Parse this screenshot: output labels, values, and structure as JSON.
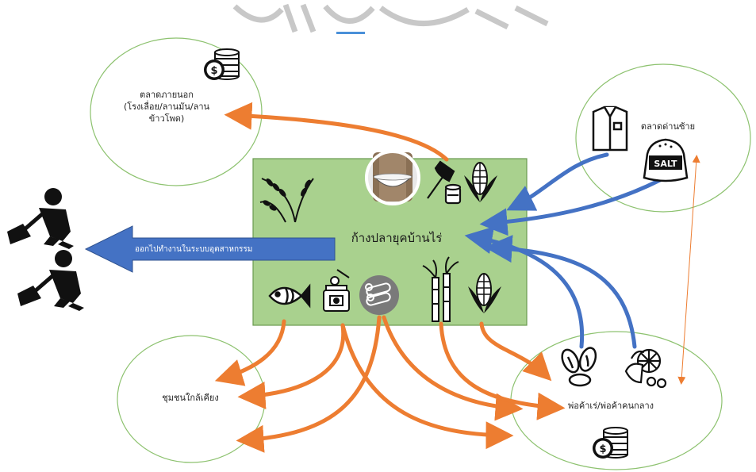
{
  "nodes": {
    "center": "ก้างปลายุคบ้านไร่",
    "outer_market": [
      "ตลาดภายนอก",
      "(โรงเลื่อย/ลานมัน/ลาน",
      "ข้าวโพด)"
    ],
    "border_market": "ตลาดด่านซ้าย",
    "nearby_community": "ชุมชนใกล้เคียง",
    "traders": "พ่อค้าเร่/พ่อค้าคนกลาง"
  },
  "labels": {
    "leave_arrow": "ออกไปทำงานในระบบอุตสาหกรรม",
    "salt": "SALT",
    "coin": "$"
  },
  "colors": {
    "center_fill": "#a9d18e",
    "circle_stroke": "#8dc26f",
    "orange_arrow": "#ed7d31",
    "blue_arrow": "#4472c4",
    "big_arrow": "#4472c4",
    "icon": "#111111"
  },
  "icons": [
    "coin-stack-icon",
    "rubber-tapping-icon",
    "axe-log-icon",
    "corn-icon",
    "shirt-icon",
    "salt-bag-icon",
    "rice-plant-icon",
    "fish-icon",
    "honey-jar-icon",
    "firewood-icon",
    "sugarcane-icon",
    "seeds-icon",
    "vegetables-icon",
    "worker-digging-icon"
  ]
}
